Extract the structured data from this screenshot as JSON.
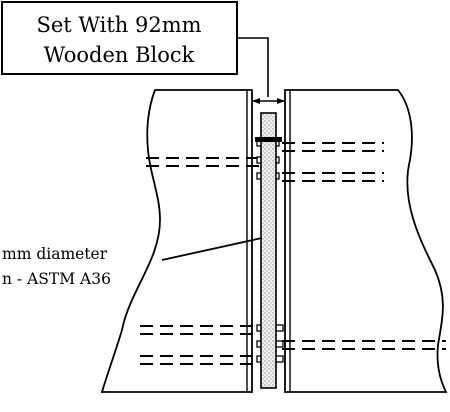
{
  "callout": {
    "line1": "Set With 92mm",
    "line2": "Wooden Block"
  },
  "rod_label": {
    "line1": "mm diameter",
    "line2": "n - ASTM A36"
  },
  "colors": {
    "stroke": "#000000",
    "background": "#ffffff",
    "concrete_fill": "#ededed"
  }
}
